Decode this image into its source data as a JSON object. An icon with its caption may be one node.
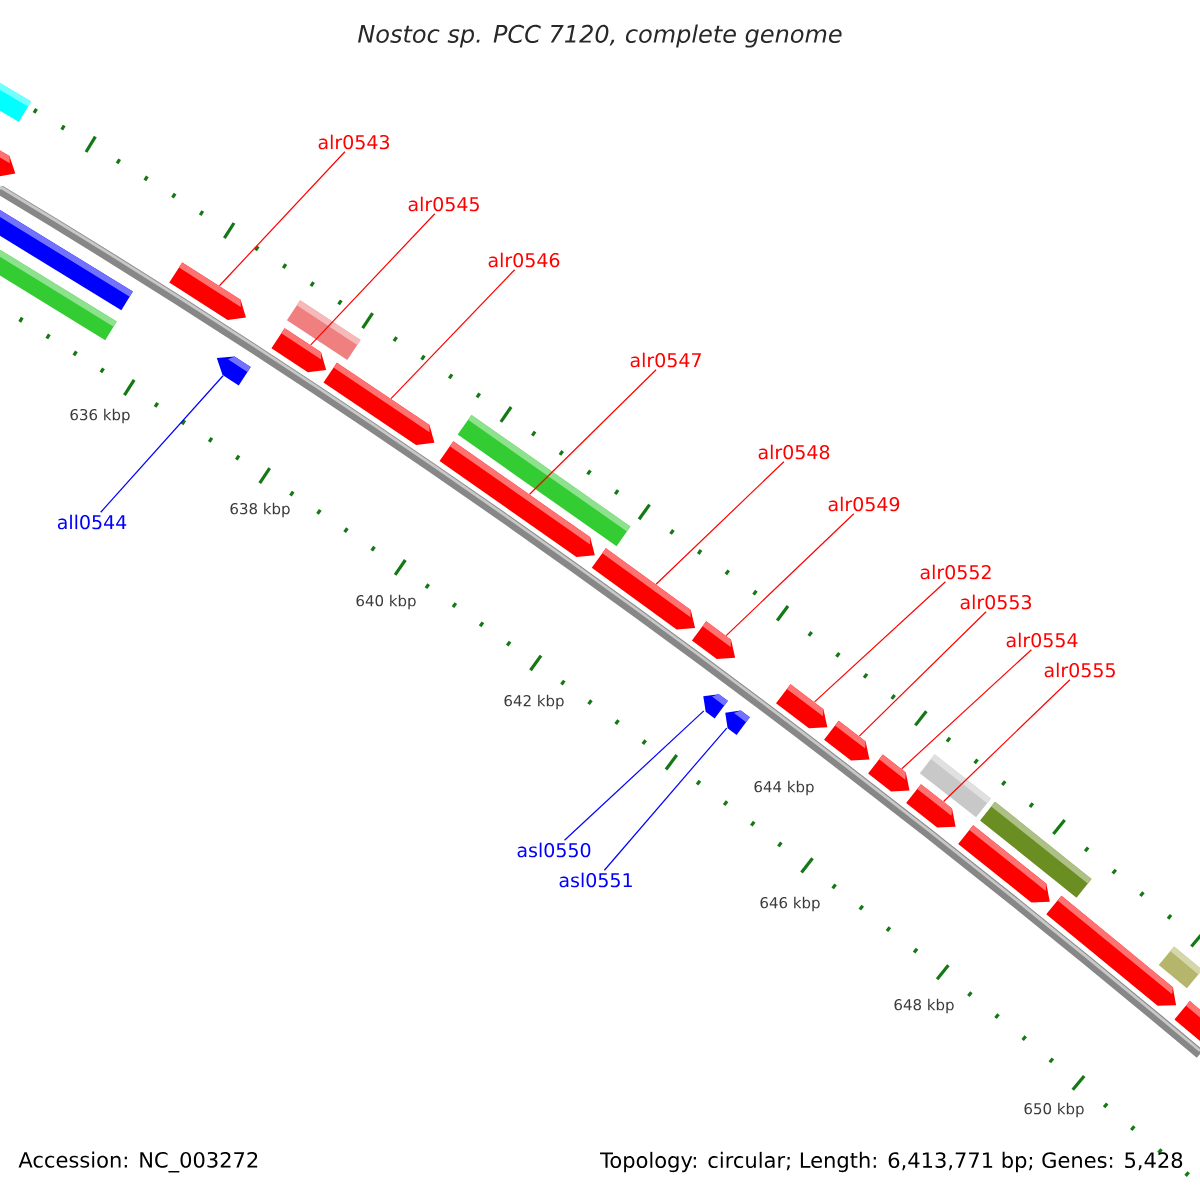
{
  "diagram": {
    "title": "Nostoc sp. PCC 7120, complete genome",
    "nodes": [
      {
        "text": [
          "alr0543"
        ]
      },
      {
        "text": [
          "alr0545"
        ]
      },
      {
        "text": [
          "alr0546"
        ]
      },
      {
        "text": [
          "alr0547"
        ]
      },
      {
        "text": [
          "alr0548"
        ]
      },
      {
        "text": [
          "alr0549"
        ]
      },
      {
        "text": [
          "alr0552"
        ]
      },
      {
        "text": [
          "alr0553"
        ]
      },
      {
        "text": [
          "alr0554"
        ]
      },
      {
        "text": [
          "alr0555"
        ]
      },
      {
        "text": [
          "all0544"
        ]
      },
      {
        "text": [
          "asl0550"
        ]
      },
      {
        "text": [
          "asl0551"
        ]
      },
      {
        "text": [],
        "shape": "bar"
      },
      {
        "text": [],
        "shape": "arrow"
      },
      {
        "text": [],
        "shape": "bar"
      },
      {
        "text": [],
        "shape": "bar"
      },
      {
        "text": [],
        "shape": "arrow"
      },
      {
        "text": [],
        "shape": "arrow"
      },
      {
        "text": [],
        "shape": "bar"
      },
      {
        "text": [],
        "shape": "arrow"
      },
      {
        "text": [],
        "shape": "arrow"
      },
      {
        "text": [],
        "shape": "bar"
      },
      {
        "text": [],
        "shape": "arrow"
      },
      {
        "text": [],
        "shape": "arrow"
      },
      {
        "text": [],
        "shape": "arrow"
      },
      {
        "text": [],
        "shape": "arrow"
      },
      {
        "text": [],
        "shape": "arrow"
      },
      {
        "text": [],
        "shape": "arrow"
      },
      {
        "text": [],
        "shape": "arrow"
      },
      {
        "text": [],
        "shape": "arrow"
      },
      {
        "text": [],
        "shape": "bar"
      },
      {
        "text": [],
        "shape": "arrow"
      },
      {
        "text": [],
        "shape": "arrow"
      },
      {
        "text": [],
        "shape": "bar"
      },
      {
        "text": [],
        "shape": "arrow"
      },
      {
        "text": [],
        "shape": "bar"
      },
      {
        "text": [],
        "shape": "arrow"
      }
    ],
    "edges": [
      {
        "from": 0,
        "to": 17,
        "arrow": "none"
      },
      {
        "from": 1,
        "to": 20,
        "arrow": "none"
      },
      {
        "from": 2,
        "to": 21,
        "arrow": "none"
      },
      {
        "from": 3,
        "to": 23,
        "arrow": "none"
      },
      {
        "from": 4,
        "to": 24,
        "arrow": "none"
      },
      {
        "from": 5,
        "to": 25,
        "arrow": "none"
      },
      {
        "from": 6,
        "to": 28,
        "arrow": "none"
      },
      {
        "from": 7,
        "to": 29,
        "arrow": "none"
      },
      {
        "from": 8,
        "to": 30,
        "arrow": "none"
      },
      {
        "from": 9,
        "to": 32,
        "arrow": "none"
      },
      {
        "from": 10,
        "to": 18,
        "arrow": "none",
        "color": "#0000ff"
      },
      {
        "from": 11,
        "to": 26,
        "arrow": "none",
        "color": "#0000ff"
      },
      {
        "from": 12,
        "to": 27,
        "arrow": "none",
        "color": "#0000ff"
      }
    ],
    "labels": [
      "636 kbp",
      "638 kbp",
      "640 kbp",
      "642 kbp",
      "644 kbp",
      "646 kbp",
      "648 kbp",
      "650 kbp",
      "Accession: NC_003272",
      "Topology: circular; Length: 6,413,771 bp; Genes: 5,428"
    ]
  }
}
